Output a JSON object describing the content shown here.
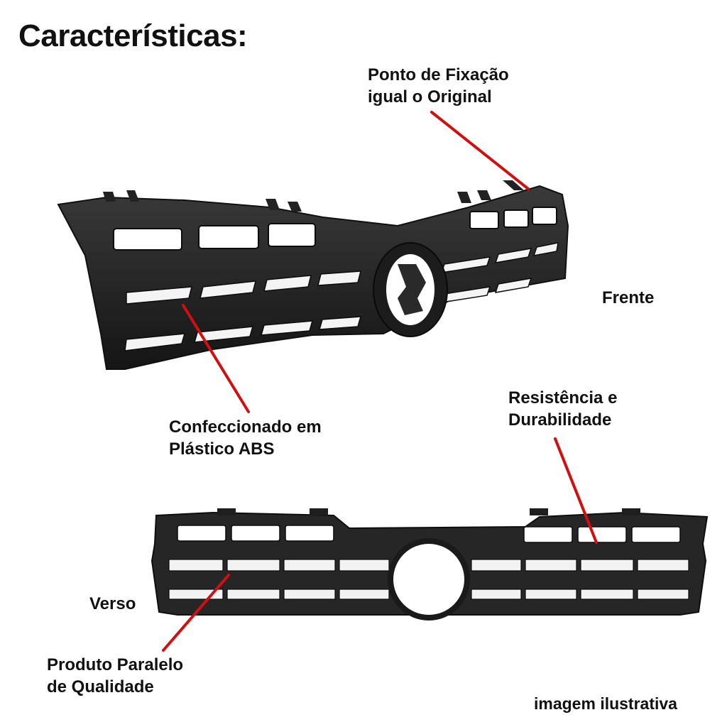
{
  "title": "Características:",
  "callouts": {
    "fixation": {
      "line1": "Ponto de Fixação",
      "line2": "igual o Original"
    },
    "material": {
      "line1": "Confeccionado em",
      "line2": "Plástico ABS"
    },
    "resistance": {
      "line1": "Resistência e",
      "line2": "Durabilidade"
    },
    "quality": {
      "line1": "Produto Paralelo",
      "line2": "de Qualidade"
    }
  },
  "views": {
    "front": "Frente",
    "back": "Verso"
  },
  "disclaimer": "imagem ilustrativa",
  "colors": {
    "grille": "#2a2a2a",
    "grille_dark": "#151515",
    "pointer": "#d01010"
  }
}
